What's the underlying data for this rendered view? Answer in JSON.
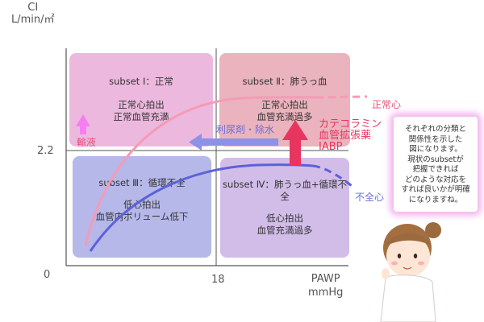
{
  "axes": {
    "y_label_top": "CI",
    "y_label_unit": "L/min/㎡",
    "y_tick": "2.2",
    "origin": "0",
    "x_tick": "18",
    "x_label_top": "PAWP",
    "x_label_unit": "mmHg"
  },
  "quadrants": {
    "q1": {
      "title": "subset Ⅰ：正常",
      "desc1": "正常心拍出",
      "desc2": "正常血管充満"
    },
    "q2": {
      "title": "subset Ⅱ：肺うっ血",
      "desc1": "正常心拍出",
      "desc2": "血管充満過多"
    },
    "q3": {
      "title": "subset Ⅲ：循環不全",
      "desc1": "低心拍出",
      "desc2": "血管内ボリューム低下"
    },
    "q4": {
      "title": "subset Ⅳ：肺うっ血+循環不全",
      "desc1": "低心拍出",
      "desc2": "血管充満過多"
    }
  },
  "curves": {
    "normal_heart": "正常心",
    "failing_heart": "不全心"
  },
  "treatments": {
    "infusion": "輸液",
    "diuretic": "利尿剤・除水",
    "inotrope1": "カテコラミン",
    "inotrope2": "血管拡張薬",
    "inotrope3": "IABP"
  },
  "speech_bubble": {
    "lines": [
      "それぞれの分類と",
      "関係性を示した",
      "図になります。",
      "現状のsubsetが",
      "把握できれば",
      "どのような対応を",
      "すれば良いかが明確",
      "になりますね。"
    ]
  },
  "colors": {
    "q1": "#edb8de",
    "q2": "#eab3bd",
    "q3": "#b5b8e8",
    "q4": "#d2bde9",
    "normal_curve": "#f49bb6",
    "failing_curve": "#5d61d9",
    "accent_red": "#e83560",
    "bubble_glow": "#f3b6ee"
  }
}
